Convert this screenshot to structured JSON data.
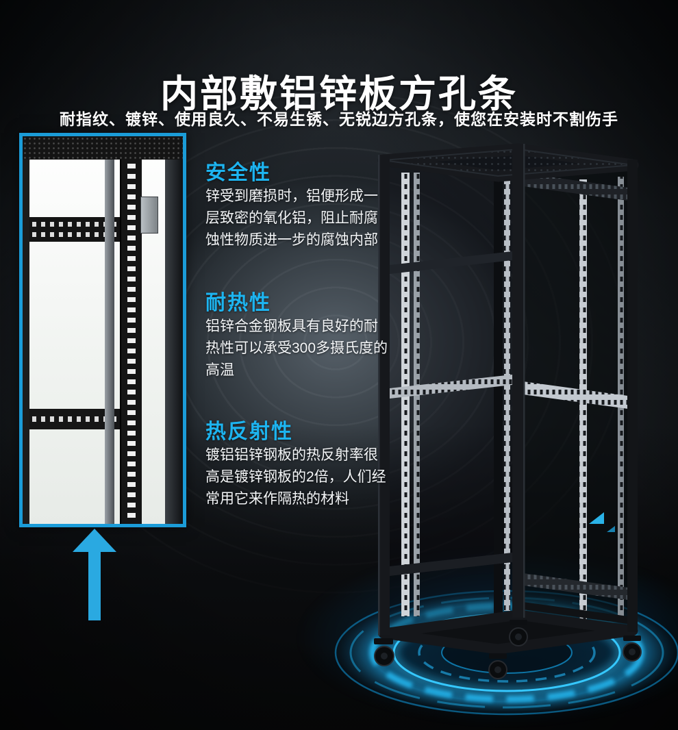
{
  "poster": {
    "title": "内部敷铝锌板方孔条",
    "subtitle": "耐指纹、镀锌、使用良久、不易生锈、无锐边方孔条，使您在安装时不割伤手"
  },
  "features": [
    {
      "heading": "安全性",
      "body": "锌受到磨损时，铝便形成一层致密的氧化铝，阻止耐腐蚀性物质进一步的腐蚀内部"
    },
    {
      "heading": "耐热性",
      "body": "铝锌合金钢板具有良好的耐热性可以承受300多摄氏度的高温"
    },
    {
      "heading": "热反射性",
      "body": "镀铝铝锌钢板的热反射率很高是镀锌钢板的2倍，人们经常用它来作隔热的材料"
    }
  ],
  "colors": {
    "accent_cyan": "#2aa9e1",
    "heading_cyan": "#1db4f0",
    "callout_border": "#1b9cd8",
    "title_text": "#ffffff",
    "body_text": "#f4f6f8",
    "background_dark": "#16191d",
    "platform_glow": "#25b9f2"
  },
  "graphics": {
    "detail_callout": "close-up photo of square-hole mounting rail inside cabinet",
    "callout_arrow": "cyan up arrow linking close-up to product",
    "product": "black open-frame server rack cabinet with casters",
    "platform": "glowing blue concentric tech circle under rack",
    "background": "dark sci-fi tunnel"
  }
}
